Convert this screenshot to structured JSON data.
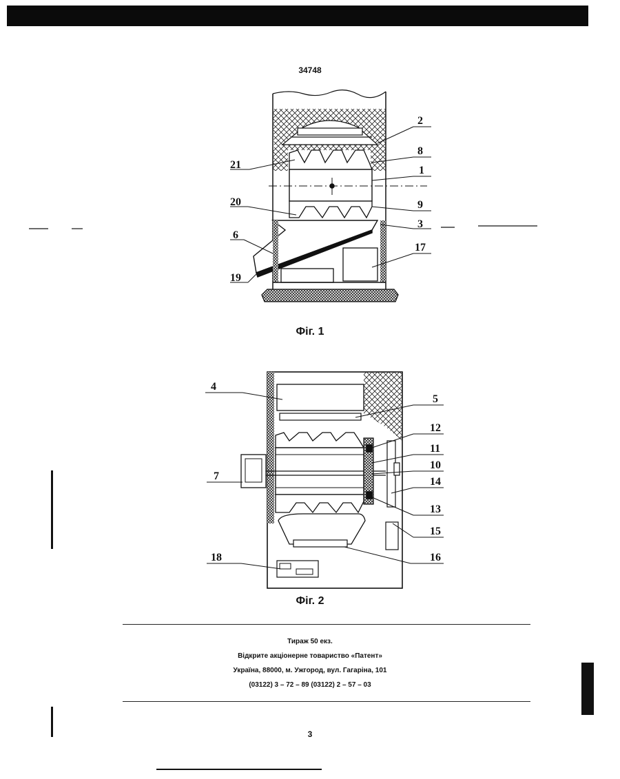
{
  "doc_number": "34748",
  "figure1": {
    "caption": "Фіг. 1",
    "labels": [
      "2",
      "8",
      "21",
      "1",
      "20",
      "9",
      "3",
      "6",
      "17",
      "19"
    ]
  },
  "figure2": {
    "caption": "Фіг. 2",
    "labels": [
      "4",
      "5",
      "12",
      "11",
      "7",
      "10",
      "14",
      "13",
      "15",
      "16",
      "18"
    ]
  },
  "imprint": {
    "circulation": "Тираж 50 екз.",
    "publisher": "Відкрите акціонерне товариство «Патент»",
    "address": "Україна, 88000, м. Ужгород, вул. Гагаріна, 101",
    "phones": "(03122) 3 – 72 – 89   (03122) 2 – 57 – 03"
  },
  "page_number": "3",
  "colors": {
    "ink": "#111111",
    "paper": "#ffffff"
  }
}
